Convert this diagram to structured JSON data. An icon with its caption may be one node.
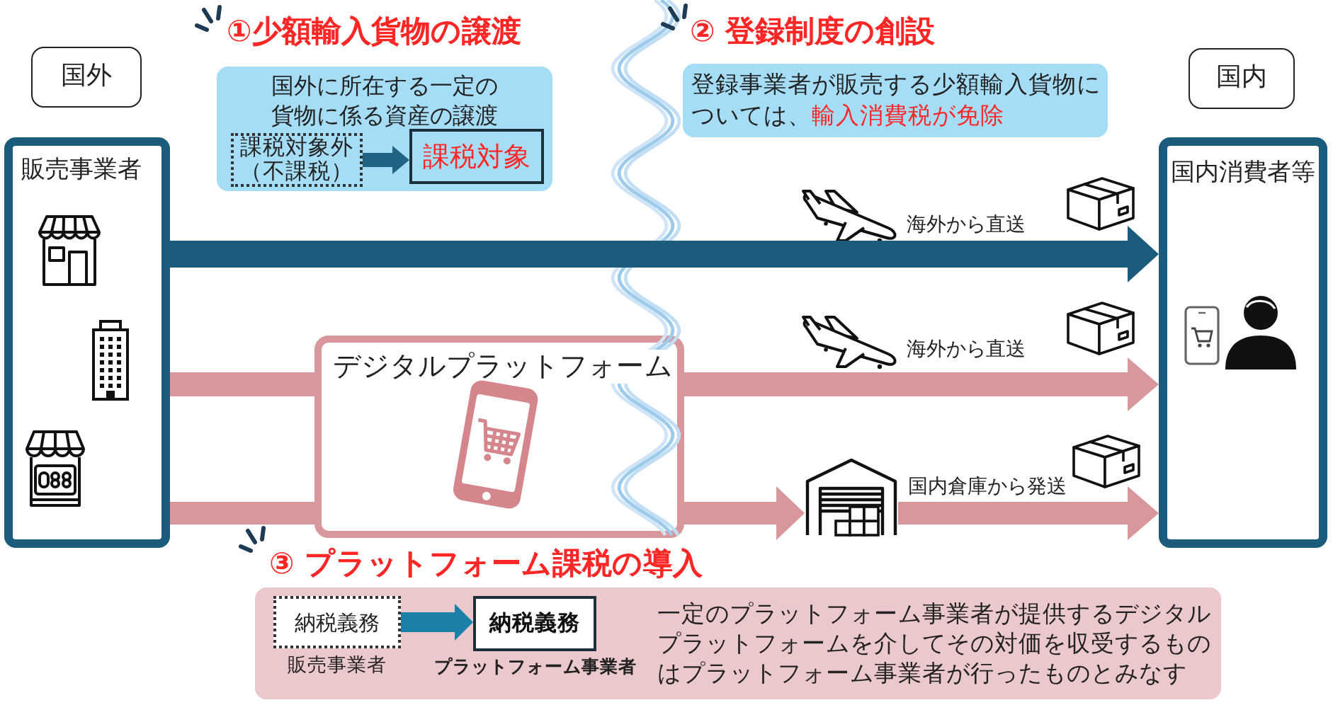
{
  "diagram": {
    "nodes": [
      {
        "text": [
          "国外"
        ]
      },
      {
        "text": [
          "国内"
        ]
      },
      {
        "text": [
          "販売事業者"
        ]
      },
      {
        "text": [
          "国内消費者等"
        ]
      },
      {
        "text": [
          "①少額輸入貨物の譲渡",
          "国外に所在する一定の貨物に係る資産の譲渡"
        ]
      },
      {
        "text": [
          "課税対象外（不課税）"
        ],
        "in": 4
      },
      {
        "text": [
          "課税対象"
        ],
        "in": 4
      },
      {
        "text": [
          "② 登録制度の創設",
          "登録事業者が販売する少額輸入貨物については、**輸入消費税が免除**"
        ]
      },
      {
        "text": [
          "デジタルプラットフォーム"
        ]
      },
      {
        "text": [],
        "shape": "picture"
      },
      {
        "text": [
          "③ プラットフォーム課税の導入",
          "一定のプラットフォーム事業者が提供するデジタルプラットフォームを介してその対価を収受するものはプラットフォーム事業者が行ったものとみなす"
        ]
      },
      {
        "text": [
          "納税義務"
        ],
        "in": 10,
        "beside": [
          "販売事業者"
        ]
      },
      {
        "text": [
          "納税義務"
        ],
        "in": 10,
        "beside": [
          "プラットフォーム事業者"
        ]
      }
    ],
    "edges": [
      {
        "from": 2,
        "to": 3,
        "arrow": "to",
        "label": "海外から直送",
        "color": "#1b5c7c"
      },
      {
        "from": 2,
        "to": 8,
        "arrow": "none"
      },
      {
        "from": 2,
        "to": 8,
        "arrow": "none"
      },
      {
        "from": 8,
        "to": 3,
        "arrow": "to",
        "label": "海外から直送"
      },
      {
        "from": 8,
        "to": 9,
        "arrow": "to"
      },
      {
        "from": 9,
        "to": 3,
        "arrow": "to",
        "label": "国内倉庫から発送"
      },
      {
        "from": 5,
        "to": 6,
        "arrow": "to",
        "color": "#1f6485"
      },
      {
        "from": 11,
        "to": 12,
        "arrow": "to",
        "color": "#1b80a8"
      }
    ]
  }
}
